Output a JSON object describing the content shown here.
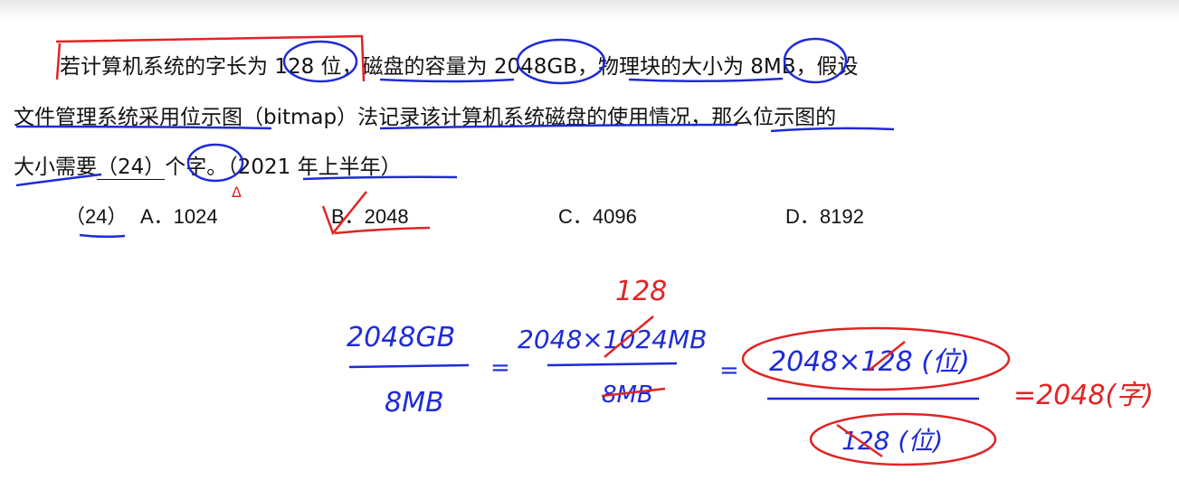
{
  "question": {
    "line1": "若计算机系统的字长为 128 位，磁盘的容量为 2048GB，物理块的大小为 8MB，假设",
    "line2": "文件管理系统采用位示图（bitmap）法记录该计算机系统磁盘的使用情况，那么位示图的",
    "line3_pre": "大小需要",
    "line3_blank": "（24）",
    "line3_post": "个字。（2021 年上半年）",
    "options_label": "（24）",
    "options": [
      "A．1024",
      "B．2048",
      "C．4096",
      "D．8192"
    ]
  },
  "annotations": {
    "eq1_num": "2048GB",
    "eq1_den": "8MB",
    "eq2_top": "128",
    "eq2_num": "2048×1024MB",
    "eq2_den": "8MB",
    "eq3_num": "2048×128 (位)",
    "eq3_den": "128 (位)",
    "result": "=2048(字)",
    "eq_sign": "=",
    "triangle": "Δ",
    "check": "✓"
  },
  "colors": {
    "blue_ink": "#1f2bd6",
    "red_ink": "#e02424",
    "text": "#111111"
  }
}
